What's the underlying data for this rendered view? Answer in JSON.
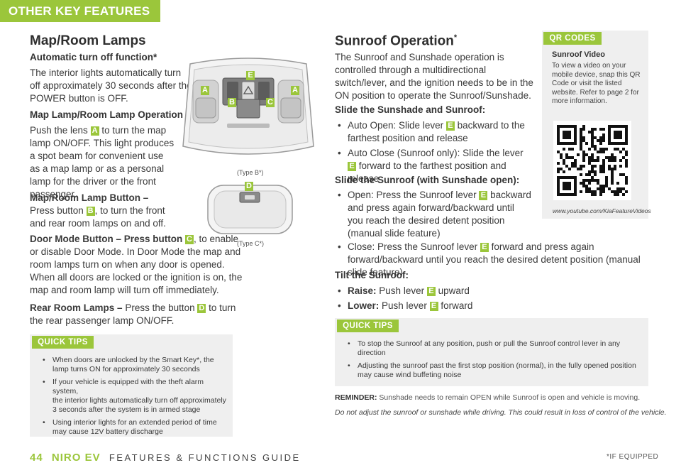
{
  "header": {
    "title": "OTHER KEY FEATURES"
  },
  "left": {
    "title": "Map/Room Lamps",
    "auto_title": "Automatic turn off function*",
    "auto_body": "The interior lights automatically turn off approximately 30 seconds after the POWER button is OFF.",
    "maplamp_title": "Map Lamp/Room Lamp Operation",
    "maplamp_a": "Push the lens",
    "maplamp_b": "to turn the map lamp ON/OFF. This light produces a spot beam for convenient use as a map lamp or as a personal lamp for the driver or the front passenger.",
    "btn_title": "Map/Room Lamp Button –",
    "btn_a": "Press button",
    "btn_b": ", to turn the front and rear room lamps on and off.",
    "door_title": "Door Mode Button – Press button",
    "door_body": ", to enable or disable Door Mode. In Door Mode the map and room lamps turn on when any door is opened. When all doors are locked or the ignition is on, the map and room lamp will turn off immediately.",
    "rear_title": "Rear Room Lamps –",
    "rear_a": "Press the button",
    "rear_b": "to turn the rear passenger lamp ON/OFF.",
    "tips_label": "QUICK TIPS",
    "tips": [
      "When doors are unlocked by the Smart Key*, the lamp turns ON for approximately 30 seconds",
      "If your vehicle is equipped with the theft alarm system, the interior lights automatically turn off approximately 3 seconds after the system is in armed stage",
      "Using interior lights for an extended period of time may cause 12V battery discharge"
    ],
    "tips_lines": [
      [
        "When doors are unlocked by the Smart Key*, the",
        "lamp turns ON for approximately 30 seconds"
      ],
      [
        "If your vehicle is equipped with the theft alarm system,",
        "the interior lights automatically turn off approximately",
        "3 seconds after the system is in armed stage"
      ],
      [
        "Using interior lights for an extended period of time",
        "may cause 12V battery discharge"
      ]
    ]
  },
  "figures": {
    "labels": {
      "A": "A",
      "B": "B",
      "C": "C",
      "D": "D",
      "E": "E"
    },
    "cap_b": "(Type B*)",
    "cap_c": "(Type C*)"
  },
  "right": {
    "title": "Sunroof Operation",
    "title_mark": "*",
    "intro": "The Sunroof and Sunshade operation is controlled through a multidirectional switch/lever, and the ignition needs to be in the ON position to operate the Sunroof/Sunshade.",
    "slide_title": "Slide the Sunshade and Sunroof:",
    "slide_1a": "Auto Open: Slide lever",
    "slide_1b": "backward to the farthest position and release",
    "slide_2a": "Auto Close (Sunroof only): Slide the lever",
    "slide_2b": "forward to the farthest position and release",
    "open_title": "Slide the Sunroof (with Sunshade open):",
    "open_1a": "Open: Press the Sunroof lever",
    "open_1b": "backward and press again forward/backward until you reach the desired detent position (manual slide feature)",
    "open_2a": "Close: Press the Sunroof lever",
    "open_2b": "forward and press again forward/backward until you reach the desired detent position (manual slide feature)",
    "tilt_title": "Tilt the Sunroof:",
    "raise_label": "Raise:",
    "raise_a": "Push lever",
    "raise_b": "upward",
    "lower_label": "Lower:",
    "lower_a": "Push lever",
    "lower_b": "forward",
    "tips_label": "QUICK TIPS",
    "tips_lines": [
      [
        "To stop the Sunroof at any position, push or pull the Sunroof control lever in any",
        "direction"
      ],
      [
        "Adjusting the sunroof past the first stop position (normal), in the fully opened position",
        "may cause wind buffeting noise"
      ]
    ],
    "reminder_label": "REMINDER:",
    "reminder_body": "Sunshade needs to remain OPEN while Sunroof is open and vehicle is moving.",
    "warning": "Do not adjust the sunroof or sunshade while driving. This could result in loss of control of the vehicle."
  },
  "qr": {
    "label": "QR CODES",
    "title": "Sunroof Video",
    "body": "To view a video on your mobile device, snap this QR Code or visit the listed website. Refer to page 2 for more information.",
    "url": "www.youtube.com/KiaFeatureVideos"
  },
  "footer": {
    "page": "44",
    "model": "NIRO EV",
    "guide": "FEATURES & FUNCTIONS GUIDE",
    "note": "*IF EQUIPPED"
  },
  "colors": {
    "accent": "#9bc63b",
    "tip_bg": "#efefef"
  }
}
